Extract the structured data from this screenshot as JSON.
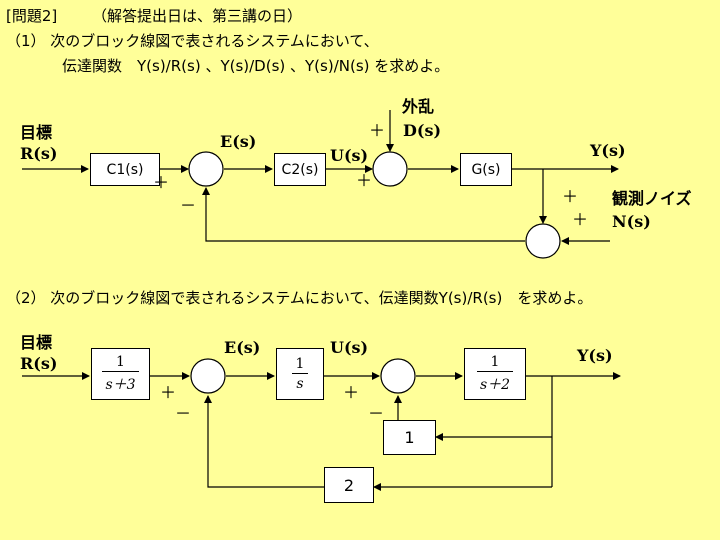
{
  "problem": {
    "title": "[問題2]",
    "note": "（解答提出日は、第三講の日）"
  },
  "q1": {
    "line1": "（1） 次のブロック線図で表されるシステムにおいて、",
    "line2": "伝達関数　Y(s)/R(s) 、Y(s)/D(s) 、Y(s)/N(s) を求めよ。",
    "labels": {
      "target": "目標",
      "r": "R(s)",
      "e": "E(s)",
      "u": "U(s)",
      "disturbance": "外乱",
      "d": "D(s)",
      "y": "Y(s)",
      "noise": "観測ノイズ",
      "n": "N(s)"
    },
    "blocks": {
      "c1": "C1(s)",
      "c2": "C2(s)",
      "g": "G(s)"
    },
    "signs": {
      "sum1_in": "＋",
      "sum1_fb": "－",
      "sum2_top": "＋",
      "sum2_in": "＋",
      "sum3_y": "＋",
      "sum3_n": "＋"
    }
  },
  "q2": {
    "line1": "（2） 次のブロック線図で表されるシステムにおいて、伝達関数Y(s)/R(s)　を求めよ。",
    "labels": {
      "target": "目標",
      "r": "R(s)",
      "e": "E(s)",
      "u": "U(s)",
      "y": "Y(s)"
    },
    "blocks": {
      "b1_num": "1",
      "b1_den": "s＋3",
      "b2_num": "1",
      "b2_den": "s",
      "b3_num": "1",
      "b3_den": "s＋2",
      "gain1": "1",
      "gain2": "2"
    },
    "signs": {
      "sum1_in": "＋",
      "sum1_fb": "－",
      "sum2_in": "＋",
      "sum2_fb": "－"
    }
  }
}
